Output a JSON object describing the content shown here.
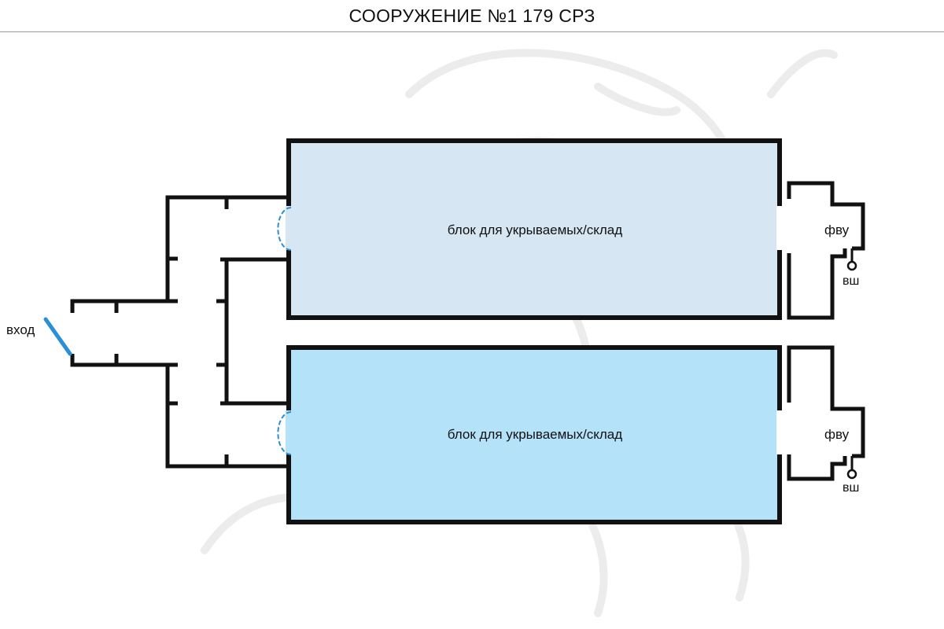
{
  "title": "СООРУЖЕНИЕ №1 179 СРЗ",
  "colors": {
    "wall": "#111111",
    "block_top_fill": "#d6e6f2",
    "block_bottom_fill": "#b4e2f8",
    "door": "#2a8fd6",
    "entrance_door": "#2a8fd6",
    "watermark": "#ececec"
  },
  "rooms": {
    "block_top_label": "блок для укрываемых/склад",
    "block_bottom_label": "блок для укрываемых/склад",
    "fvu_top_label": "фву",
    "fvu_bottom_label": "фву",
    "vsh_top_label": "вш",
    "vsh_bottom_label": "вш",
    "entrance_label": "вход"
  }
}
